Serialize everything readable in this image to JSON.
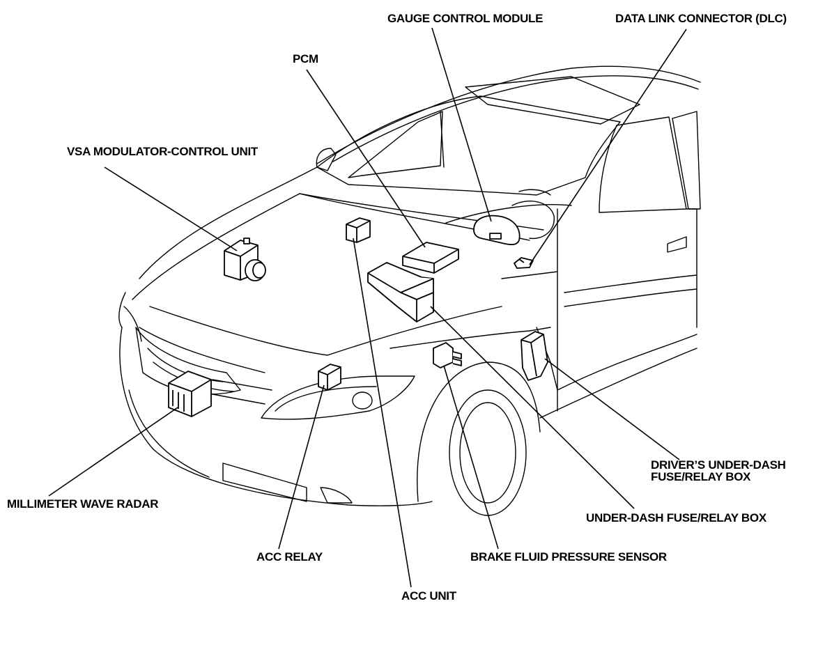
{
  "diagram": {
    "labels": {
      "gauge_control_module": "GAUGE CONTROL MODULE",
      "data_link_connector": "DATA LINK CONNECTOR (DLC)",
      "pcm": "PCM",
      "vsa_modulator": "VSA MODULATOR-CONTROL UNIT",
      "millimeter_wave_radar": "MILLIMETER WAVE RADAR",
      "acc_relay": "ACC RELAY",
      "acc_unit": "ACC UNIT",
      "brake_fluid_pressure_sensor": "BRAKE FLUID PRESSURE SENSOR",
      "under_dash_fuse_relay_box": "UNDER-DASH FUSE/RELAY BOX",
      "drivers_under_dash_line1": "DRIVER’S UNDER-DASH",
      "drivers_under_dash_line2": "FUSE/RELAY BOX"
    }
  }
}
